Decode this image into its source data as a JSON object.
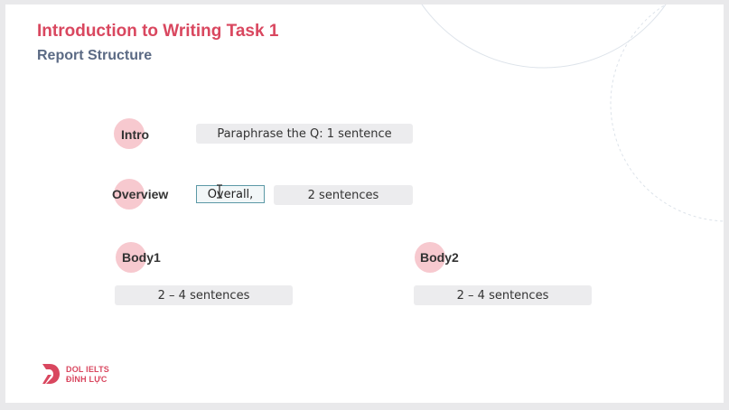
{
  "slide": {
    "title": "Introduction to Writing Task 1",
    "subtitle": "Report Structure"
  },
  "structure": {
    "intro": {
      "label": "Intro",
      "text": "Paraphrase the Q: 1 sentence"
    },
    "overview": {
      "label": "Overview",
      "highlight": "Overall,",
      "text": "2 sentences"
    },
    "body1": {
      "label": "Body1",
      "text": "2 – 4 sentences"
    },
    "body2": {
      "label": "Body2",
      "text": "2 – 4 sentences"
    }
  },
  "logo": {
    "line1": "DOL IELTS",
    "line2": "ĐÌNH LỰC"
  },
  "colors": {
    "accent": "#d9475f",
    "subtitle": "#5b6a84",
    "dot": "#f7c9cf",
    "pill": "#ececee",
    "highlight_border": "#5c99a6"
  },
  "icons": {
    "cursor": "text-cursor-icon",
    "logo": "dol-logo-icon"
  }
}
